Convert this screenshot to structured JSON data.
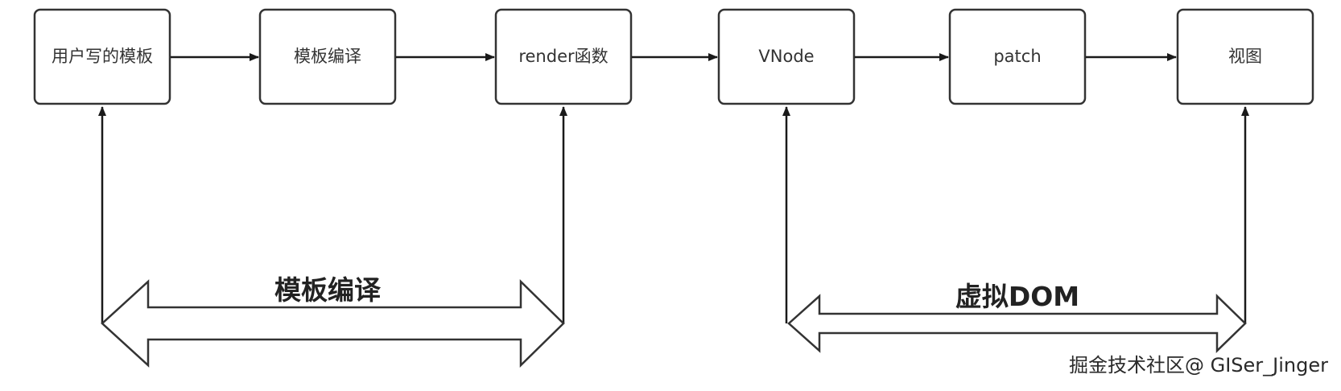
{
  "nodes": [
    {
      "label": "用户写的模板"
    },
    {
      "label": "模板编译"
    },
    {
      "label": "render函数"
    },
    {
      "label": "VNode"
    },
    {
      "label": "patch"
    },
    {
      "label": "视图"
    }
  ],
  "ranges": [
    {
      "label": "模板编译"
    },
    {
      "label": "虚拟DOM"
    }
  ],
  "watermark": "掘金技术社区@ GISer_Jinger"
}
